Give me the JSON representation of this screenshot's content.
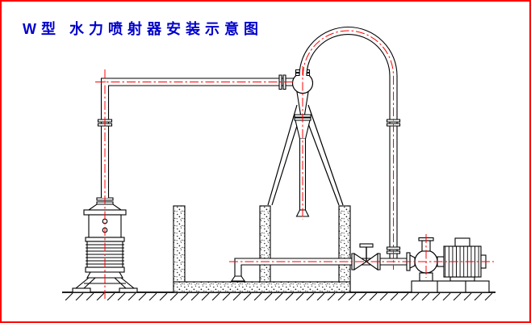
{
  "page": {
    "background_color": "#ffffff",
    "border_color": "#ff0000"
  },
  "title": {
    "text": "W型 水力喷射器安装示意图",
    "color": "#0000cc"
  },
  "diagram": {
    "line_color": "#000000",
    "centerline_color": "#ff0000",
    "component_fill": "#ffffff",
    "components": [
      "vacuum-vessel",
      "gas-suction-pipe",
      "water-jet-ejector",
      "ejector-support-legs",
      "pressure-water-pipe",
      "water-tank",
      "tank-partition",
      "pump-suction-pipe",
      "gate-valve",
      "pump-unit",
      "ground"
    ]
  }
}
